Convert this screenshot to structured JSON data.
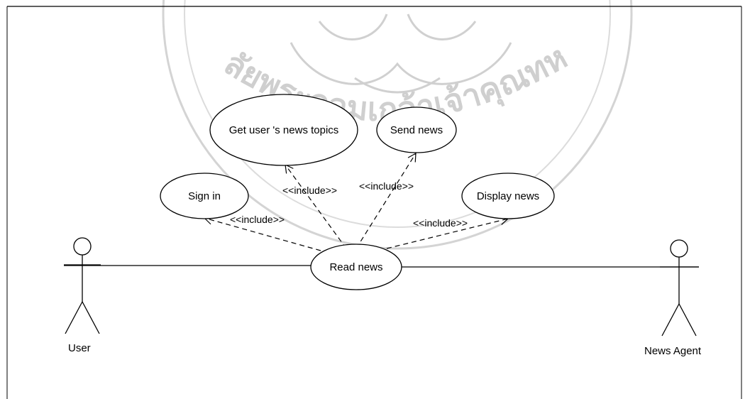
{
  "diagram": {
    "actors": {
      "user": "User",
      "news_agent": "News Agent"
    },
    "use_cases": {
      "read_news": "Read news",
      "sign_in": "Sign in",
      "get_topics": "Get user 's news topics",
      "send_news": "Send news",
      "display_news": "Display news"
    },
    "relations": {
      "include_sign_in": "<<include>>",
      "include_get_topics": "<<include>>",
      "include_send_news": "<<include>>",
      "include_display_news": "<<include>>"
    }
  },
  "watermark": {
    "text_left": "ลัยพระจอมเกล้าเจ้าคุณทห",
    "color": "#c8c8c8"
  }
}
